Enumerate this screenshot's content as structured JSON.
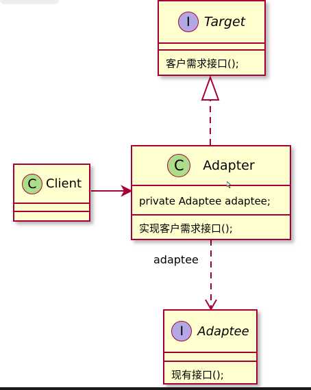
{
  "classes": {
    "target": {
      "stereotype": "I",
      "name": "Target",
      "method": "客户需求接口();"
    },
    "adapter": {
      "stereotype": "C",
      "name": "Adapter",
      "field": "private Adaptee adaptee;",
      "method": "实现客户需求接口();"
    },
    "client": {
      "stereotype": "C",
      "name": "Client"
    },
    "adaptee": {
      "stereotype": "I",
      "name": "Adaptee",
      "method": "现有接口();"
    }
  },
  "relations": {
    "adapter_adaptee_label": "adaptee"
  },
  "colors": {
    "class_fill": "#fefece",
    "border": "#a80036",
    "class_circle": "#addd8a",
    "interface_circle": "#b4a7e5"
  }
}
